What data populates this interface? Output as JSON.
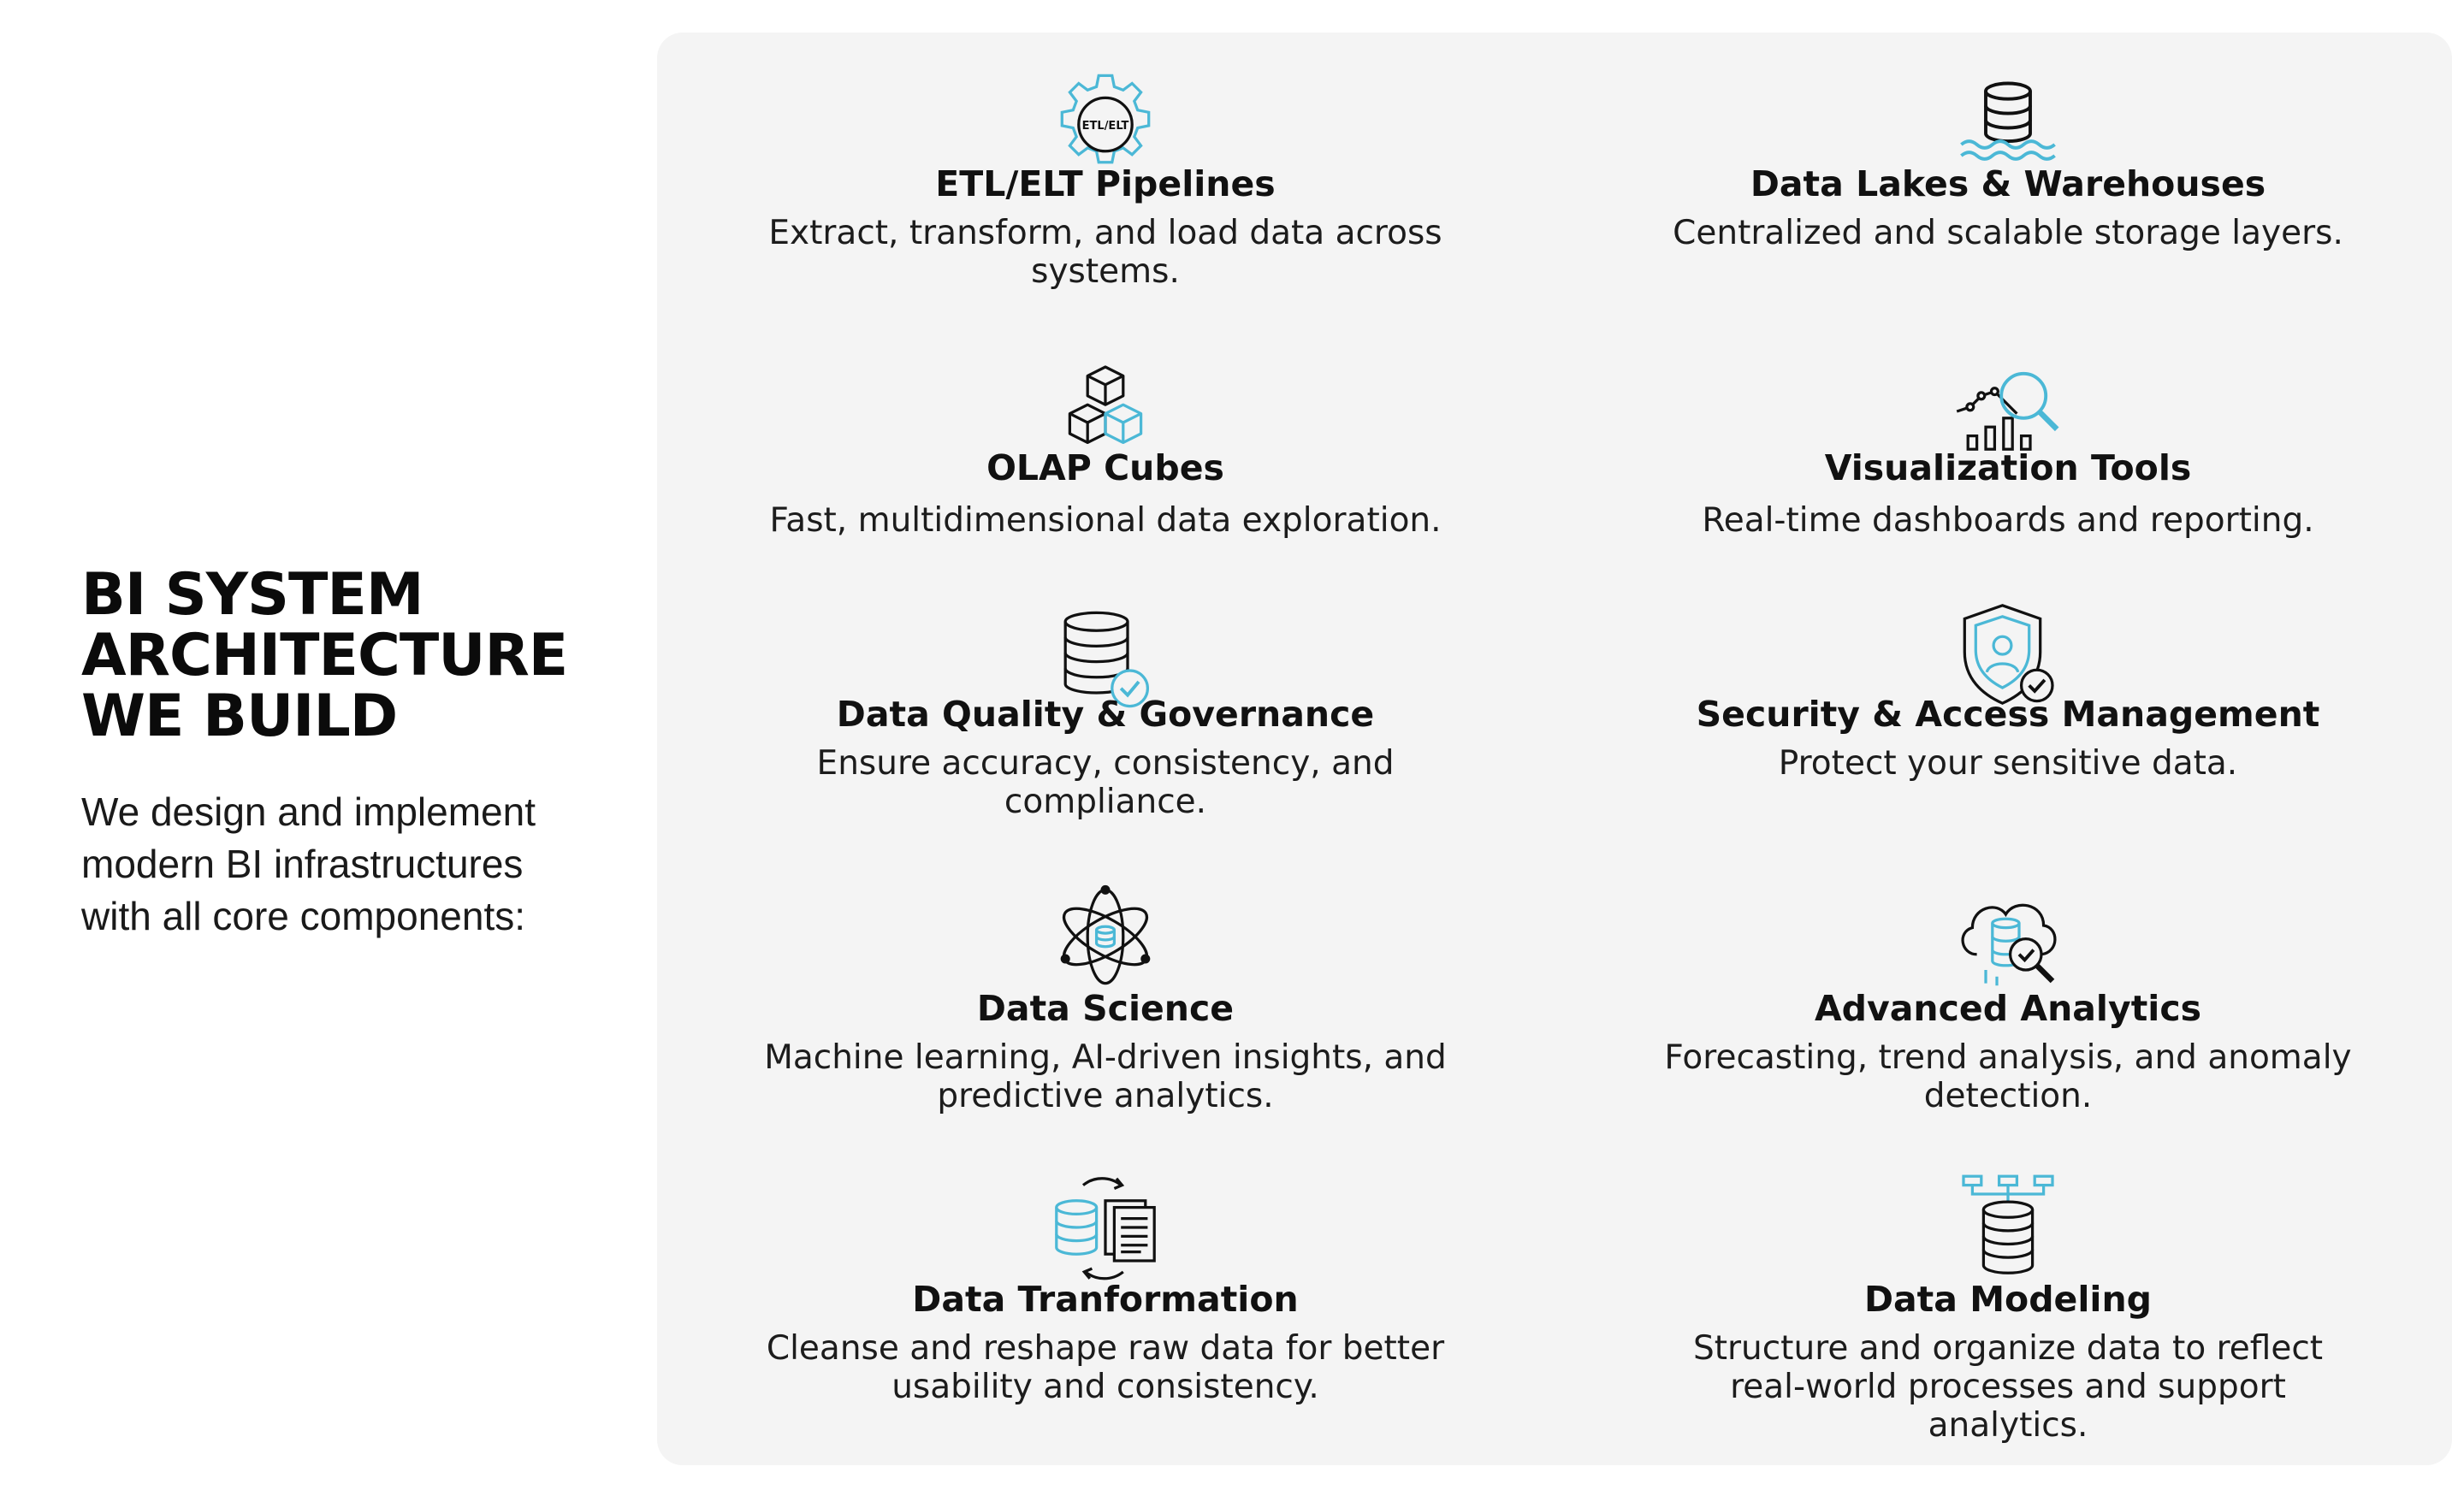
{
  "intro": {
    "title": "BI SYSTEM\nARCHITECTURE\nWE BUILD",
    "description": "We design and implement\nmodern BI infrastructures\nwith all core components:"
  },
  "colors": {
    "accent": "#4bb8d6",
    "ink": "#111111",
    "panel": "#f4f4f4"
  },
  "cards": [
    {
      "icon": "etl-gear-icon",
      "icon_text": "ETL/ELT",
      "title": "ETL/ELT Pipelines",
      "description": "Extract, transform, and load data across systems."
    },
    {
      "icon": "database-waves-icon",
      "title": "Data Lakes & Warehouses",
      "description": "Centralized and scalable storage layers."
    },
    {
      "icon": "cubes-icon",
      "title": "OLAP Cubes",
      "description": "Fast, multidimensional data exploration."
    },
    {
      "icon": "chart-magnifier-icon",
      "title": "Visualization Tools",
      "description": "Real-time dashboards and reporting."
    },
    {
      "icon": "database-check-icon",
      "title": "Data Quality & Governance",
      "description": "Ensure accuracy, consistency, and compliance."
    },
    {
      "icon": "shield-user-icon",
      "title": "Security & Access Management",
      "description": "Protect your sensitive data."
    },
    {
      "icon": "atom-icon",
      "title": "Data Science",
      "description": "Machine learning, AI-driven insights, and predictive analytics."
    },
    {
      "icon": "cloud-database-icon",
      "title": "Advanced Analytics",
      "description": "Forecasting, trend analysis, and anomaly detection."
    },
    {
      "icon": "database-document-icon",
      "title": "Data Tranformation",
      "description": "Cleanse and reshape raw data for better usability and consistency."
    },
    {
      "icon": "database-hierarchy-icon",
      "title": "Data Modeling",
      "description": "Structure and organize data to reflect real-world processes and support analytics."
    }
  ]
}
